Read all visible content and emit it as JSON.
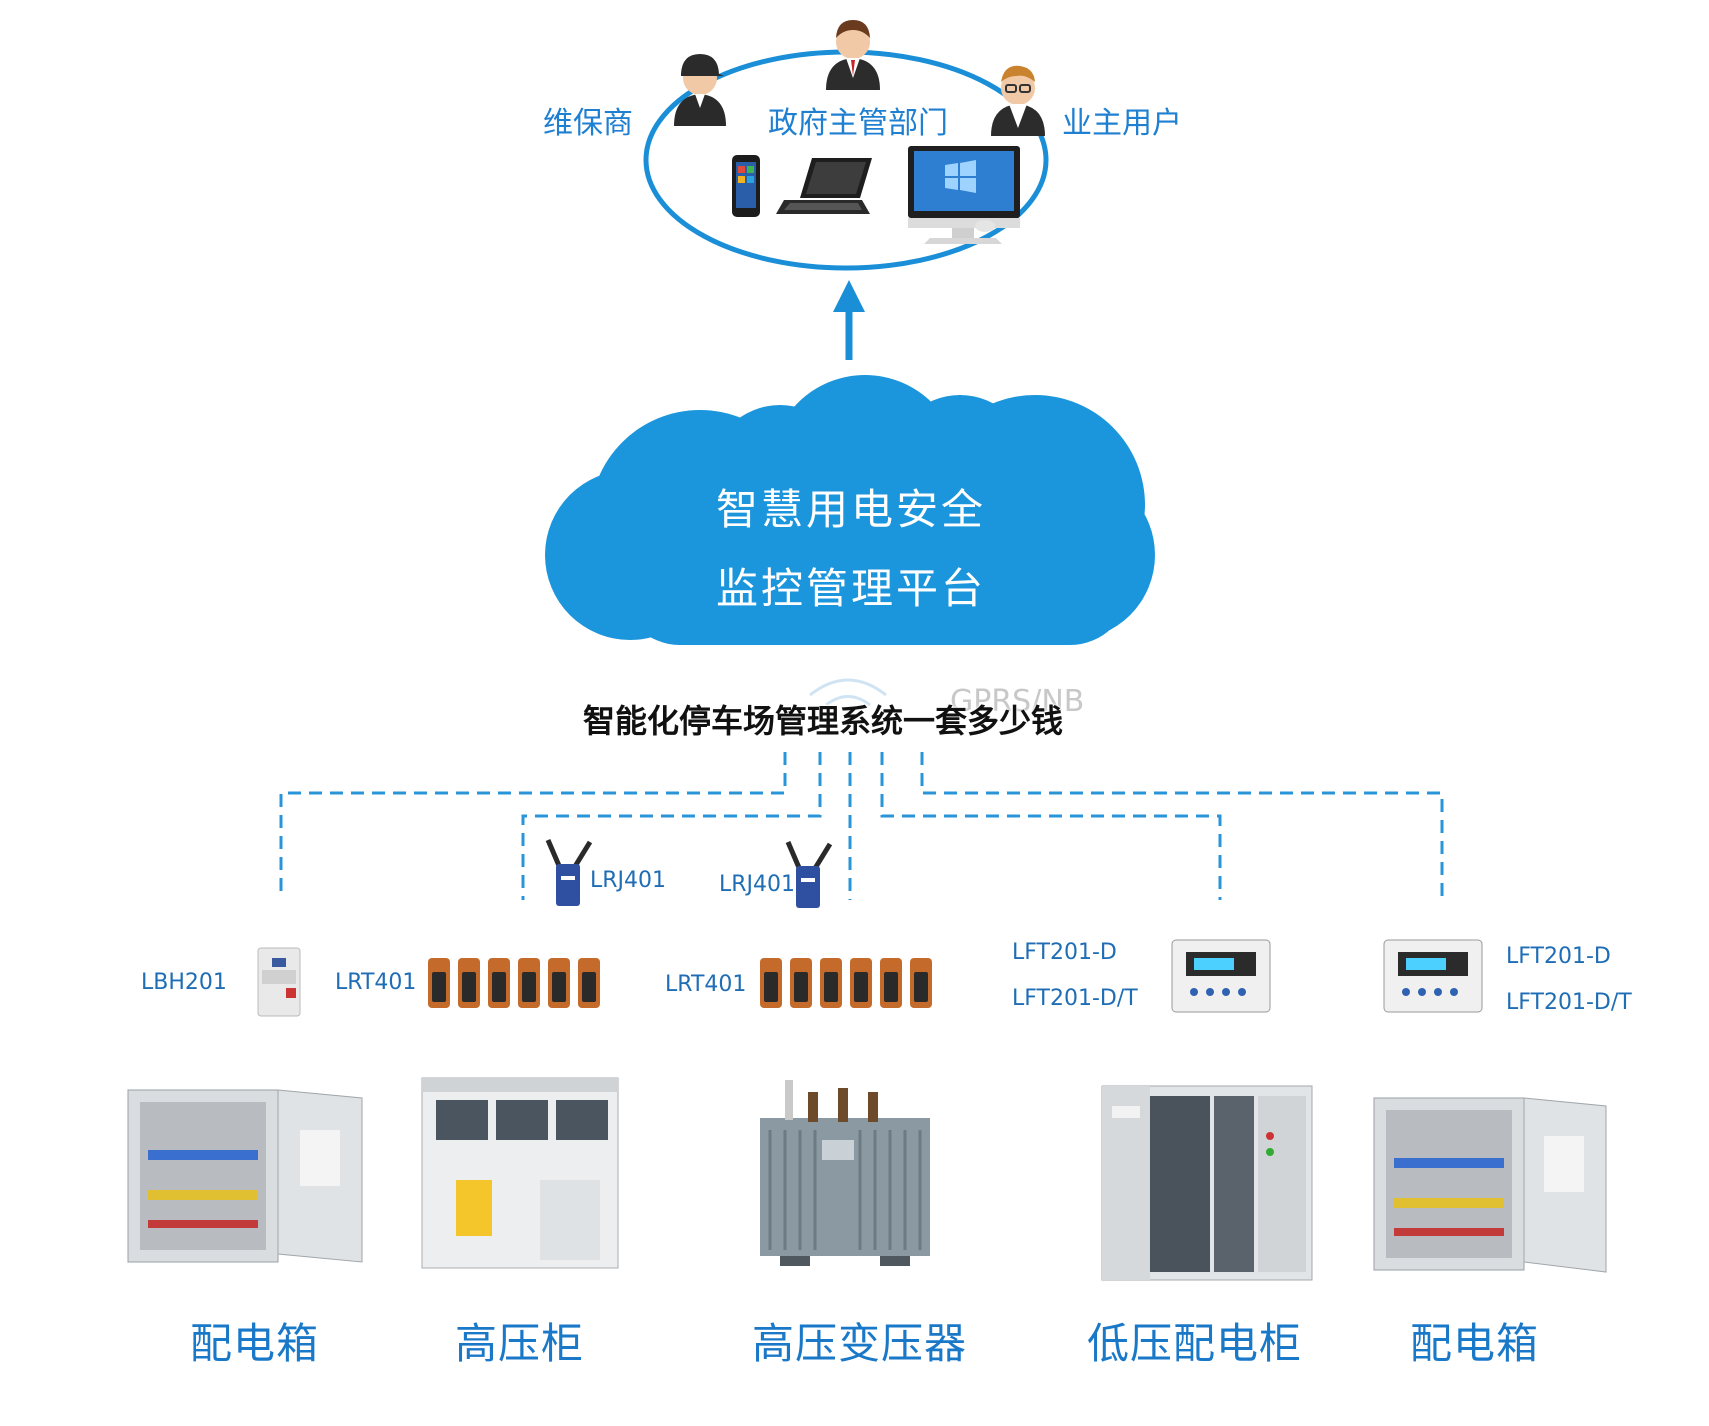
{
  "top_circle": {
    "roles": [
      "维保商",
      "政府主管部门",
      "业主用户"
    ],
    "devices": [
      "phone-icon",
      "laptop-icon",
      "desktop-icon"
    ],
    "people": [
      "maintainer-avatar-icon",
      "government-avatar-icon",
      "owner-avatar-icon"
    ]
  },
  "cloud": {
    "line1": "智慧用电安全",
    "line2": "监控管理平台"
  },
  "network": {
    "label": "GPRS/NB"
  },
  "watermark": "智能化停车场管理系统一套多少钱",
  "devices": {
    "lrj_left": "LRJ401",
    "lrj_right": "LRJ401",
    "lbh": "LBH201",
    "lrt_left": "LRT401",
    "lrt_right": "LRT401",
    "lft_left_1": "LFT201-D",
    "lft_left_2": "LFT201-D/T",
    "lft_right_1": "LFT201-D",
    "lft_right_2": "LFT201-D/T"
  },
  "equipment": [
    "配电箱",
    "高压柜",
    "高压变压器",
    "低压配电柜",
    "配电箱"
  ],
  "colors": {
    "accent": "#1a8fd8",
    "cloud": "#1b95dc",
    "label": "#1f7fd0"
  }
}
